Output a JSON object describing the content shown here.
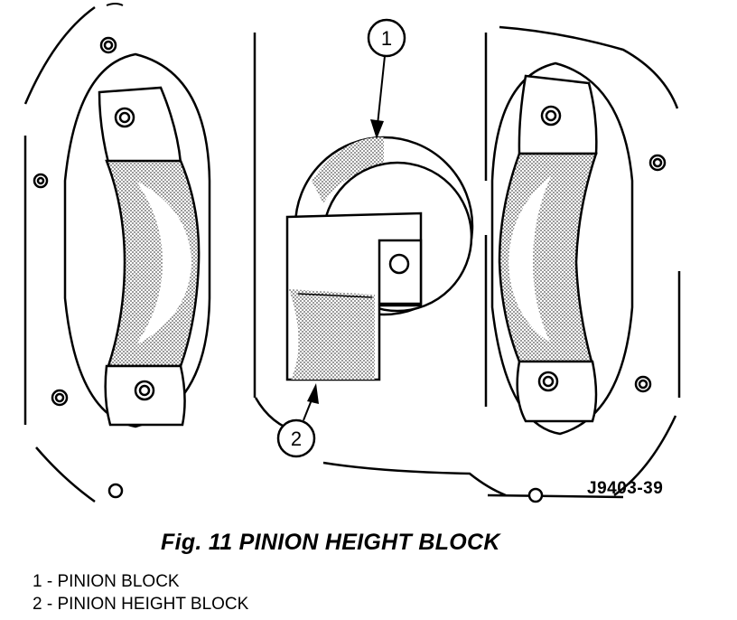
{
  "figure": {
    "id_label": "J9403-39",
    "callouts": [
      "1",
      "2"
    ]
  },
  "caption": "Fig. 11 PINION HEIGHT BLOCK",
  "legend": [
    "1 - PINION BLOCK",
    "2 - PINION HEIGHT BLOCK"
  ]
}
